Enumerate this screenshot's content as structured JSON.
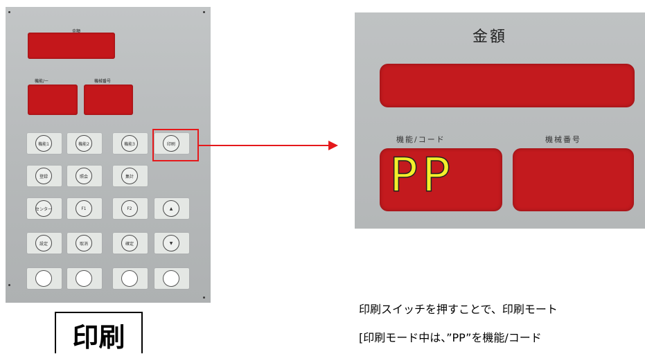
{
  "panel": {
    "labels": {
      "amount": "金額",
      "function_code": "機能/ー",
      "machine_number": "機械番号"
    },
    "keys": [
      {
        "label": "機能1",
        "blank": false
      },
      {
        "label": "機能2",
        "blank": false
      },
      {
        "label": "機能3",
        "blank": false
      },
      {
        "label": "印刷",
        "blank": false
      },
      {
        "label": "登録",
        "blank": false
      },
      {
        "label": "照会",
        "blank": false
      },
      {
        "label": "集計",
        "blank": false
      },
      {
        "label": "センター",
        "blank": false
      },
      {
        "label": "F1",
        "blank": false
      },
      {
        "label": "F2",
        "blank": false
      },
      {
        "label": "▲",
        "blank": false
      },
      {
        "label": "設定",
        "blank": false
      },
      {
        "label": "取消",
        "blank": false
      },
      {
        "label": "確定",
        "blank": false
      },
      {
        "label": "▼",
        "blank": false
      },
      {
        "label": "",
        "blank": true
      },
      {
        "label": "",
        "blank": true
      },
      {
        "label": "",
        "blank": true
      },
      {
        "label": "",
        "blank": true
      }
    ]
  },
  "zoom": {
    "title": "金額",
    "function_code_label": "機能/コード",
    "machine_number_label": "機械番号",
    "display_value": "PP"
  },
  "caption": "印刷",
  "description": {
    "line1": "印刷スイッチを押すことで、印刷モート",
    "line2": "[印刷モード中は、”PP”を機能/コード"
  },
  "colors": {
    "lcd_red": "#c4171b",
    "highlight_red": "#e5181b",
    "pp_yellow": "#f3ef2a"
  }
}
